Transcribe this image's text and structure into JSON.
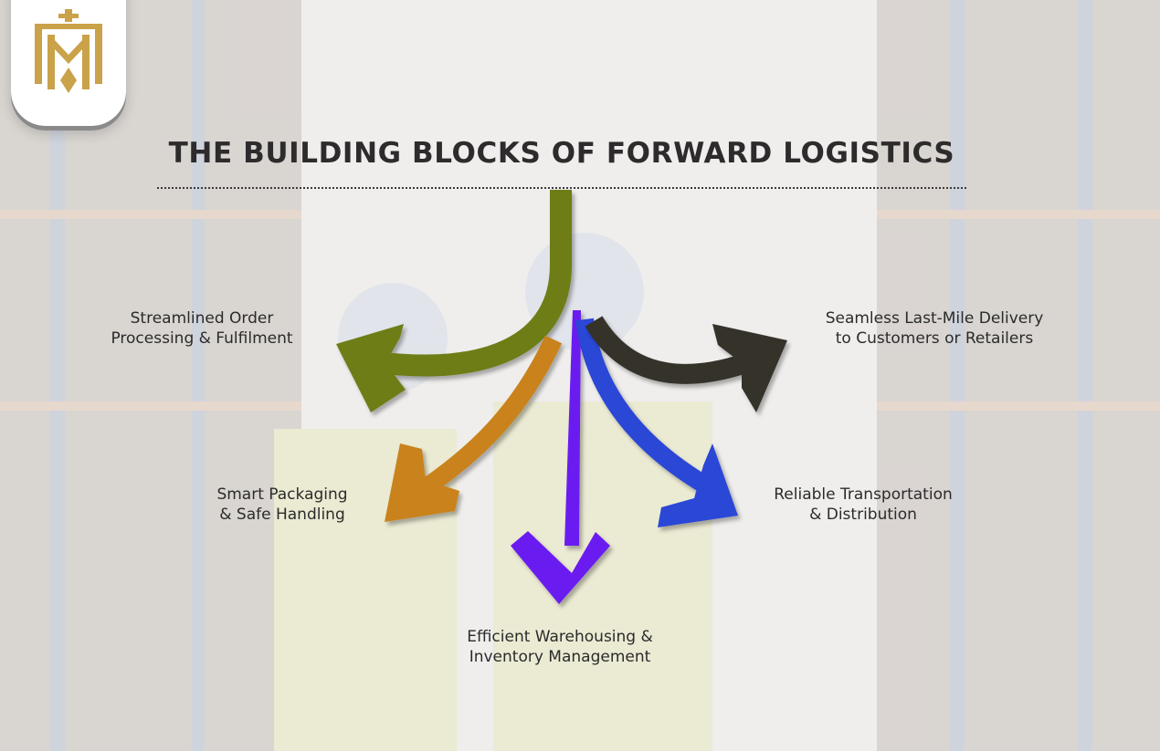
{
  "title": "THE BUILDING BLOCKS OF FORWARD LOGISTICS",
  "brand": {
    "logo_icon": "crown-shield-logo-icon",
    "color": "#c9a24a"
  },
  "blocks": [
    {
      "line1": "Streamlined Order",
      "line2": "Processing & Fulfilment",
      "color": "#6e7d16"
    },
    {
      "line1": "Smart Packaging",
      "line2": "& Safe Handling",
      "color": "#c9821c"
    },
    {
      "line1": "Efficient Warehousing &",
      "line2": "Inventory Management",
      "color": "#6a1bf0"
    },
    {
      "line1": "Reliable Transportation",
      "line2": "& Distribution",
      "color": "#2b46d6"
    },
    {
      "line1": "Seamless Last-Mile Delivery",
      "line2": "to Customers or Retailers",
      "color": "#34302c"
    }
  ]
}
